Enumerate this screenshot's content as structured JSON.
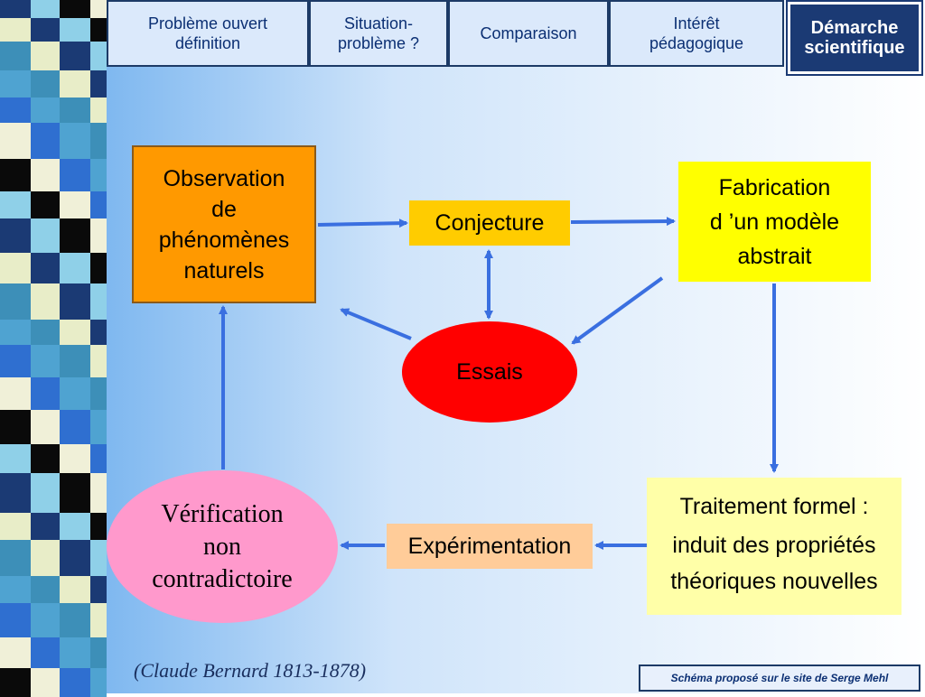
{
  "nav": {
    "tabs": [
      {
        "label": "Problème ouvert\ndéfinition"
      },
      {
        "label": "Situation-\nproblème ?"
      },
      {
        "label": "Comparaison"
      },
      {
        "label": "Intérêt\npédagogique"
      },
      {
        "label": "Démarche\nscientifique"
      }
    ]
  },
  "diagram": {
    "observation": "Observation\nde\nphénomènes\nnaturels",
    "conjecture": "Conjecture",
    "fabrication": "Fabrication\nd ’un modèle\nabstrait",
    "essais": "Essais",
    "traitement_title": "Traitement formel :",
    "traitement_body": "induit des propriétés\nthéoriques nouvelles",
    "experimentation": "Expérimentation",
    "verification": "Vérification\nnon\ncontradictoire"
  },
  "citation": "(Claude Bernard 1813-1878)",
  "credit": "Schéma proposé sur le site de Serge Mehl",
  "colors": {
    "arrow": "#3a6fe0",
    "observation": "#ff9900",
    "conjecture": "#ffcc00",
    "fabrication": "#ffff00",
    "essais": "#ff0000",
    "traitement": "#ffffa8",
    "experimentation": "#ffcc99",
    "verification": "#ff99cc"
  }
}
